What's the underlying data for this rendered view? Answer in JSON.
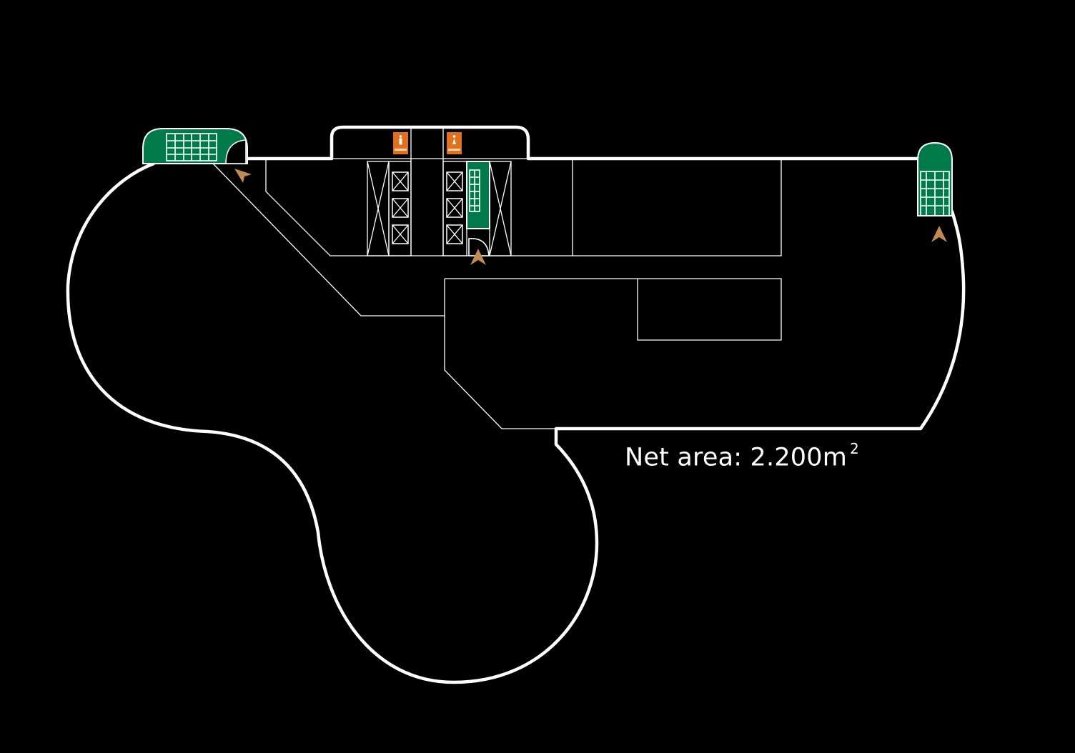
{
  "floor_plan": {
    "net_area": {
      "label": "Net area: 2.200m",
      "superscript": "2"
    },
    "colors": {
      "background": "#000000",
      "walls": "#ffffff",
      "stairwell": "#007a4b",
      "arrow": "#c08a52",
      "toilet_sign": "#e0701c"
    },
    "icons": {
      "toilet_signs": [
        "person-icon",
        "person-icon"
      ],
      "entrance_markers": [
        "arrow-marker",
        "arrow-marker",
        "arrow-marker"
      ]
    }
  }
}
